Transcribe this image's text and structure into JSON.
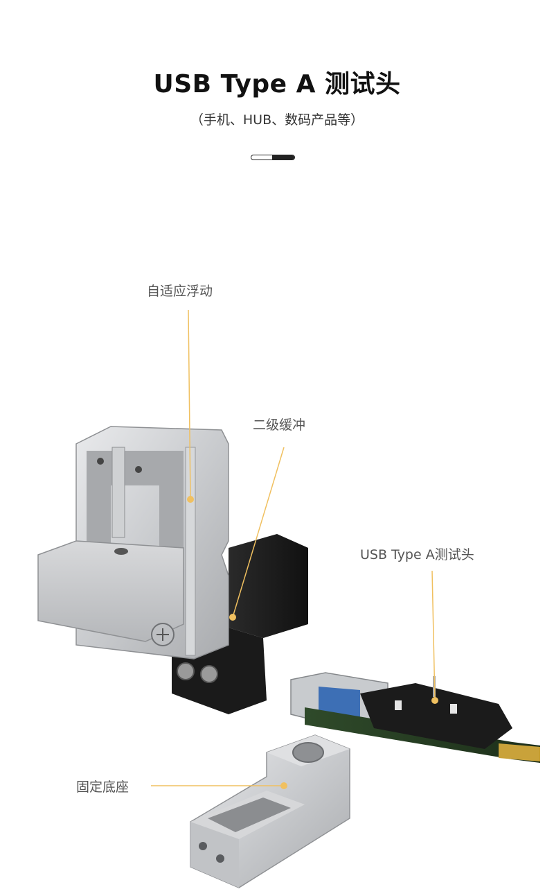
{
  "header": {
    "title": "USB Type A 测试头",
    "subtitle": "（手机、HUB、数码产品等）"
  },
  "callouts": {
    "floating": "自适应浮动",
    "buffer": "二级缓冲",
    "probe": "USB Type A测试头",
    "base": "固定底座"
  },
  "colors": {
    "leader_line": "#f0c060",
    "divider": "#222222"
  }
}
